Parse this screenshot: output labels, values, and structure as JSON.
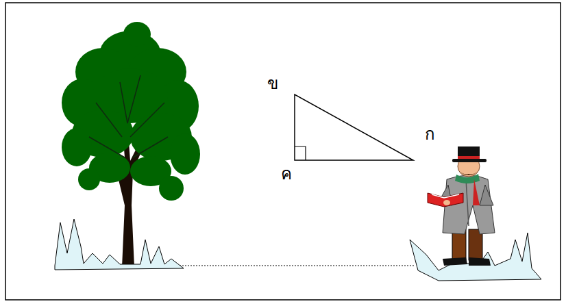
{
  "diagram": {
    "labels": [
      "ข",
      "ก",
      "ค"
    ]
  }
}
